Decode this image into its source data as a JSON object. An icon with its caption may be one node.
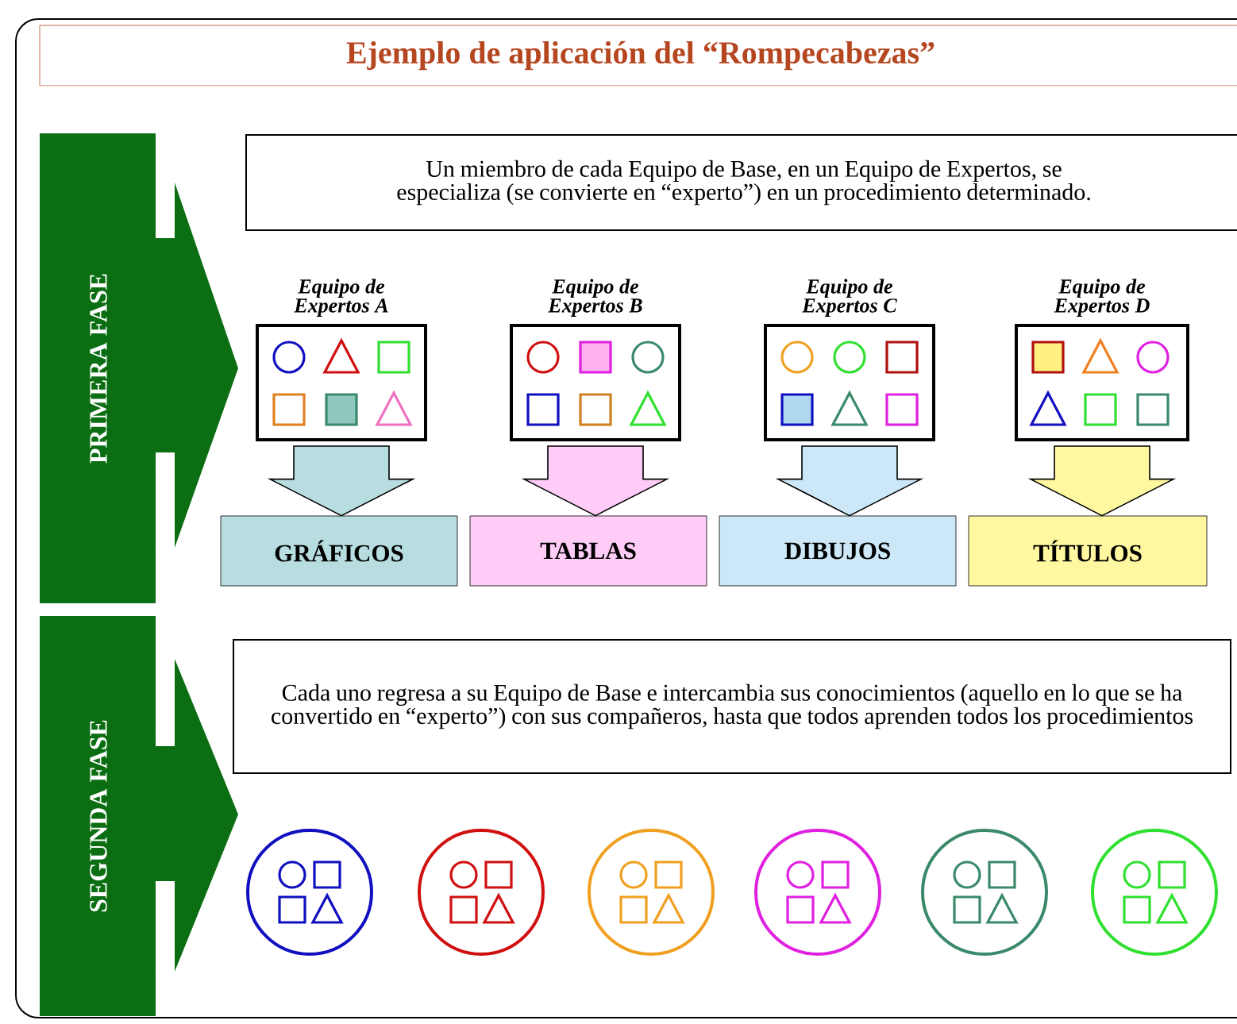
{
  "diagram": {
    "title": "Ejemplo de aplicación del “Rompecabezas”",
    "nodes": [
      {
        "text": [
          "PRIMERA FASE"
        ]
      },
      {
        "text": [
          "Un miembro de cada Equipo de Base, en un Equipo de Expertos, se especializa (se convierte en “experto”) en un procedimiento determinado."
        ]
      },
      {
        "text": [
          "Equipo de Expertos A"
        ]
      },
      {
        "text": [
          "Equipo de Expertos B"
        ]
      },
      {
        "text": [
          "Equipo de Expertos C"
        ]
      },
      {
        "text": [
          "Equipo de Expertos D"
        ]
      },
      {
        "text": [
          "GRÁFICOS"
        ]
      },
      {
        "text": [
          "TABLAS"
        ]
      },
      {
        "text": [
          "DIBUJOS"
        ]
      },
      {
        "text": [
          "TÍTULOS"
        ]
      },
      {
        "text": [
          "SEGUNDA FASE"
        ]
      },
      {
        "text": [
          "Cada uno regresa a su Equipo de Base e intercambia sus conocimientos (aquello en lo que se ha convertido en “experto”) con sus compañeros, hasta que todos aprenden todos los procedimientos"
        ]
      },
      {
        "text": [],
        "shape": "circle"
      },
      {
        "text": [],
        "shape": "circle"
      },
      {
        "text": [],
        "shape": "circle"
      },
      {
        "text": [],
        "shape": "circle"
      },
      {
        "text": [],
        "shape": "circle"
      },
      {
        "text": [],
        "shape": "circle"
      }
    ],
    "edges": [
      {
        "from": 2,
        "to": 6,
        "arrow": "to",
        "color": "#b7dde0"
      },
      {
        "from": 3,
        "to": 7,
        "arrow": "to",
        "color": "#ffccf7"
      },
      {
        "from": 4,
        "to": 8,
        "arrow": "to",
        "color": "#cce8f8"
      },
      {
        "from": 5,
        "to": 9,
        "arrow": "to",
        "color": "#fff8a0"
      }
    ]
  }
}
